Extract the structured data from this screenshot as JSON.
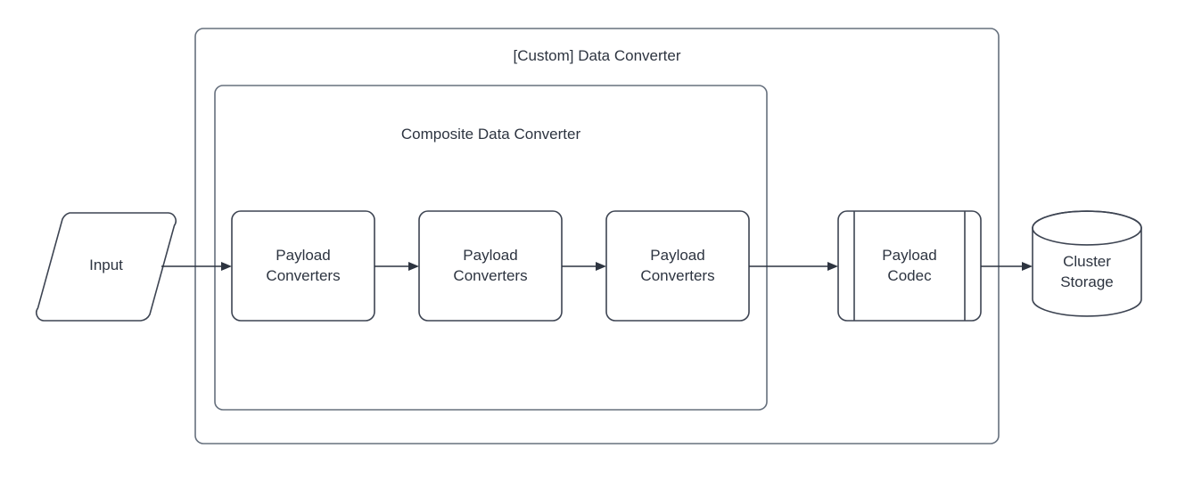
{
  "diagram": {
    "outer_container": {
      "title": "[Custom] Data Converter"
    },
    "inner_container": {
      "title": "Composite Data Converter"
    },
    "nodes": [
      {
        "id": "input",
        "label": "Input",
        "shape": "parallelogram"
      },
      {
        "id": "payload-converters-1",
        "label": "Payload\nConverters",
        "shape": "rounded-rectangle"
      },
      {
        "id": "payload-converters-2",
        "label": "Payload\nConverters",
        "shape": "rounded-rectangle"
      },
      {
        "id": "payload-converters-3",
        "label": "Payload\nConverters",
        "shape": "rounded-rectangle"
      },
      {
        "id": "payload-codec",
        "label": "Payload\nCodec",
        "shape": "process"
      },
      {
        "id": "cluster-storage",
        "label": "Cluster\nStorage",
        "shape": "cylinder"
      }
    ],
    "connectors": [
      {
        "from": "input",
        "to": "payload-converters-1"
      },
      {
        "from": "payload-converters-1",
        "to": "payload-converters-2"
      },
      {
        "from": "payload-converters-2",
        "to": "payload-converters-3"
      },
      {
        "from": "payload-converters-3",
        "to": "payload-codec"
      },
      {
        "from": "payload-codec",
        "to": "cluster-storage"
      }
    ],
    "colors": {
      "stroke": "#66707d",
      "shape_stroke": "#3d4452",
      "text": "#2d3440",
      "background": "#ffffff"
    }
  }
}
